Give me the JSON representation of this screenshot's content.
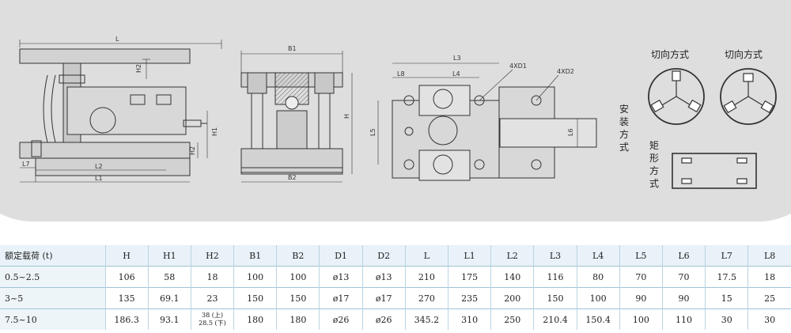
{
  "drawing": {
    "side_view_labels": {
      "L": "L",
      "H2_top": "H2",
      "H1": "H1",
      "H2_bottom": "H2",
      "L7": "L7",
      "L2": "L2",
      "L1": "L1"
    },
    "front_view_labels": {
      "B1": "B1",
      "H": "H",
      "B2": "B2"
    },
    "top_view_labels": {
      "L3": "L3",
      "D1": "4XD1",
      "D2": "4XD2",
      "L8": "L8",
      "L4": "L4",
      "L5": "L5",
      "L6": "L6"
    },
    "install_title_1": "安",
    "install_title_2": "装",
    "install_title_3": "方",
    "install_title_4": "式",
    "rect_title_1": "矩",
    "rect_title_2": "形",
    "rect_title_3": "方",
    "rect_title_4": "式",
    "tangent_label_1": "切向方式",
    "tangent_label_2": "切向方式"
  },
  "table": {
    "headers": [
      "额定载荷 (t)",
      "H",
      "H1",
      "H2",
      "B1",
      "B2",
      "D1",
      "D2",
      "L",
      "L1",
      "L2",
      "L3",
      "L4",
      "L5",
      "L6",
      "L7",
      "L8"
    ],
    "rows": [
      [
        "0.5~2.5",
        "106",
        "58",
        "18",
        "100",
        "100",
        "ø13",
        "ø13",
        "210",
        "175",
        "140",
        "116",
        "80",
        "70",
        "70",
        "17.5",
        "18"
      ],
      [
        "3~5",
        "135",
        "69.1",
        "23",
        "150",
        "150",
        "ø17",
        "ø17",
        "270",
        "235",
        "200",
        "150",
        "100",
        "90",
        "90",
        "15",
        "25"
      ],
      [
        "7.5~10",
        "186.3",
        "93.1",
        "38 (上)",
        "180",
        "180",
        "ø26",
        "ø26",
        "345.2",
        "310",
        "250",
        "210.4",
        "150.4",
        "100",
        "110",
        "30",
        "30"
      ]
    ],
    "row3_h2_second": "28.5 (下)"
  },
  "colors": {
    "drawing_bg": "#dedede",
    "line": "#333333",
    "table_border": "#9fc3d6"
  }
}
